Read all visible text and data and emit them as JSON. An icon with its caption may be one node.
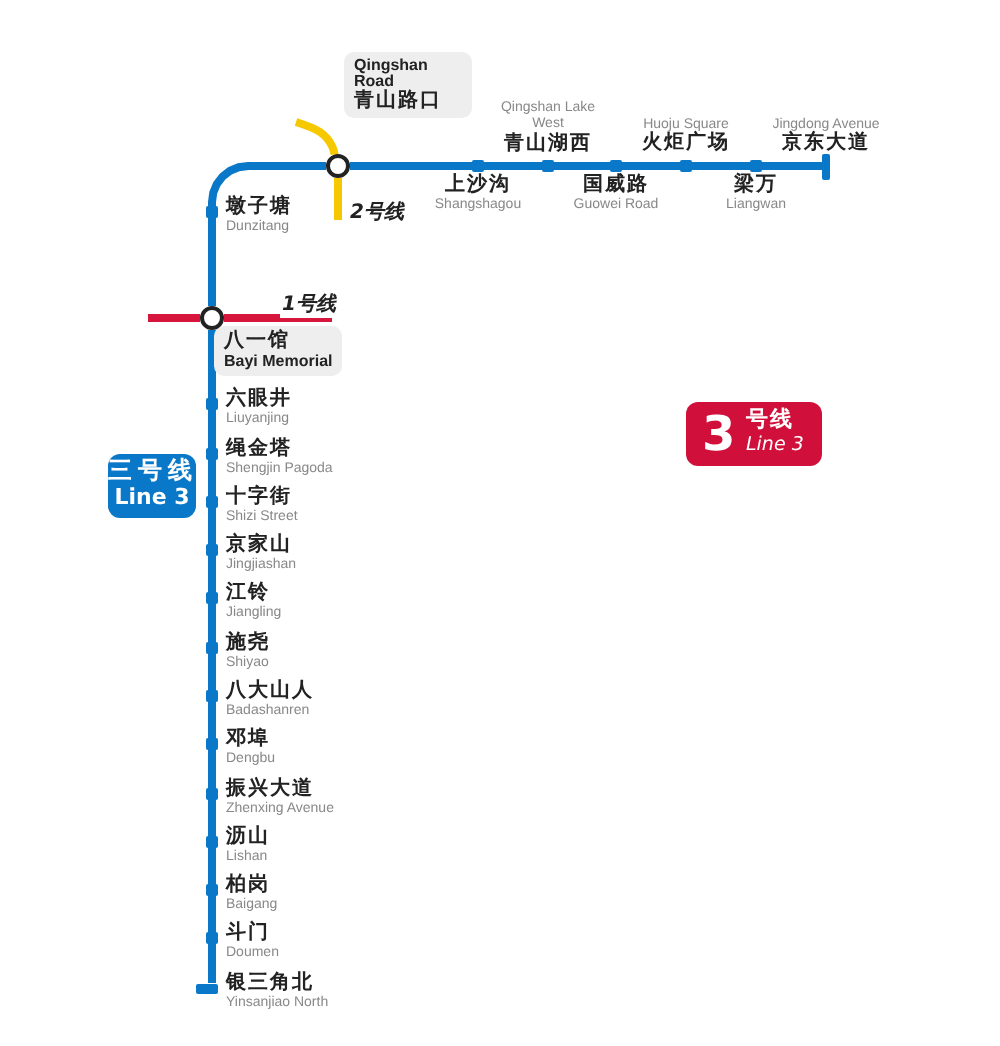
{
  "diagram": {
    "nodes": [
      {
        "text": [],
        "shape": "circle",
        "beside": [
          "Qingshan Road",
          "青山路口"
        ]
      },
      {
        "text": [],
        "shape": "box",
        "beside": [
          "上沙沟",
          "Shangshagou"
        ]
      },
      {
        "text": [],
        "shape": "box",
        "beside": [
          "Qingshan Lake West",
          "青山湖西"
        ]
      },
      {
        "text": [],
        "shape": "box",
        "beside": [
          "国威路",
          "Guowei Road"
        ]
      },
      {
        "text": [],
        "shape": "box",
        "beside": [
          "Huoju Square",
          "火炬广场"
        ]
      },
      {
        "text": [],
        "shape": "box",
        "beside": [
          "梁万",
          "Liangwan"
        ]
      },
      {
        "text": [],
        "shape": "bar",
        "beside": [
          "Jingdong Avenue",
          "京东大道"
        ]
      },
      {
        "text": [],
        "shape": "box",
        "beside": [
          "墩子塘",
          "Dunzitang"
        ]
      },
      {
        "text": [],
        "shape": "circle",
        "beside": [
          "八一馆",
          "Bayi Memorial"
        ]
      },
      {
        "text": [],
        "shape": "box",
        "beside": [
          "六眼井",
          "Liuyanjing"
        ]
      },
      {
        "text": [],
        "shape": "box",
        "beside": [
          "绳金塔",
          "Shengjin Pagoda"
        ]
      },
      {
        "text": [],
        "shape": "box",
        "beside": [
          "十字街",
          "Shizi Street"
        ]
      },
      {
        "text": [],
        "shape": "box",
        "beside": [
          "京家山",
          "Jingjiashan"
        ]
      },
      {
        "text": [],
        "shape": "box",
        "beside": [
          "江铃",
          "Jiangling"
        ]
      },
      {
        "text": [],
        "shape": "box",
        "beside": [
          "施尧",
          "Shiyao"
        ]
      },
      {
        "text": [],
        "shape": "box",
        "beside": [
          "八大山人",
          "Badashanren"
        ]
      },
      {
        "text": [],
        "shape": "box",
        "beside": [
          "邓埠",
          "Dengbu"
        ]
      },
      {
        "text": [],
        "shape": "box",
        "beside": [
          "振兴大道",
          "Zhenxing Avenue"
        ]
      },
      {
        "text": [],
        "shape": "box",
        "beside": [
          "沥山",
          "Lishan"
        ]
      },
      {
        "text": [],
        "shape": "box",
        "beside": [
          "柏岗",
          "Baigang"
        ]
      },
      {
        "text": [],
        "shape": "box",
        "beside": [
          "斗门",
          "Doumen"
        ]
      },
      {
        "text": [],
        "shape": "bar",
        "beside": [
          "银三角北",
          "Yinsanjiao North"
        ]
      }
    ],
    "edges": [
      {
        "from": 0,
        "to": 1,
        "arrow": "none"
      },
      {
        "from": 1,
        "to": 2,
        "arrow": "none"
      },
      {
        "from": 2,
        "to": 3,
        "arrow": "none"
      },
      {
        "from": 3,
        "to": 4,
        "arrow": "none"
      },
      {
        "from": 4,
        "to": 5,
        "arrow": "none"
      },
      {
        "from": 5,
        "to": 6,
        "arrow": "none"
      },
      {
        "from": 0,
        "to": 7,
        "arrow": "none"
      },
      {
        "from": 7,
        "to": 8,
        "arrow": "none"
      },
      {
        "from": 8,
        "to": 9,
        "arrow": "none"
      },
      {
        "from": 9,
        "to": 10,
        "arrow": "none"
      },
      {
        "from": 10,
        "to": 11,
        "arrow": "none"
      },
      {
        "from": 11,
        "to": 12,
        "arrow": "none"
      },
      {
        "from": 12,
        "to": 13,
        "arrow": "none"
      },
      {
        "from": 13,
        "to": 14,
        "arrow": "none"
      },
      {
        "from": 14,
        "to": 15,
        "arrow": "none"
      },
      {
        "from": 15,
        "to": 16,
        "arrow": "none"
      },
      {
        "from": 16,
        "to": 17,
        "arrow": "none"
      },
      {
        "from": 17,
        "to": 18,
        "arrow": "none"
      },
      {
        "from": 18,
        "to": 19,
        "arrow": "none"
      },
      {
        "from": 19,
        "to": 20,
        "arrow": "none"
      },
      {
        "from": 20,
        "to": 21,
        "arrow": "none"
      },
      {
        "from": null,
        "to": 8,
        "arrow": "none",
        "color": "#d6163c"
      },
      {
        "from": 8,
        "to": null,
        "arrow": "none",
        "color": "#d6163c",
        "label": "1号线"
      },
      {
        "from": null,
        "to": 0,
        "arrow": "none",
        "color": "#f5c800"
      },
      {
        "from": 0,
        "to": null,
        "arrow": "none",
        "color": "#f5c800",
        "label": "2号线"
      }
    ],
    "labels": [
      "三号线",
      "Line 3",
      "3",
      "号线",
      "Line 3"
    ]
  }
}
